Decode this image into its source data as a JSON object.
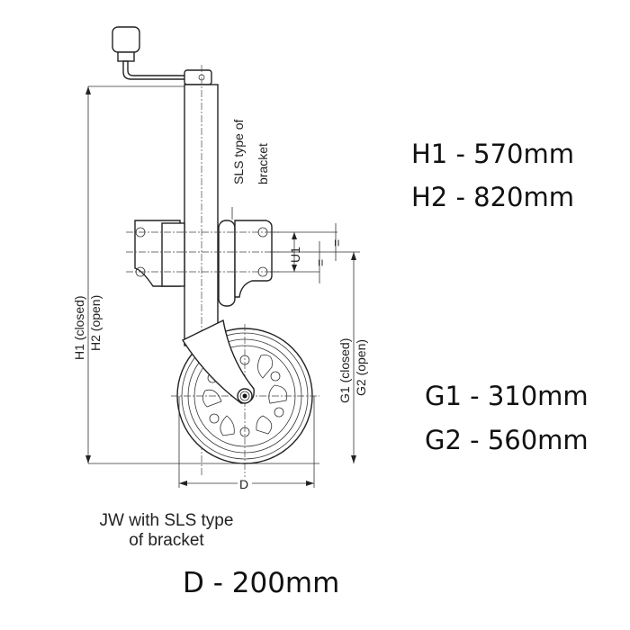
{
  "drawing": {
    "bracket_label_line1": "SLS type of",
    "bracket_label_line2": "bracket",
    "h_label_1": "H1 (closed)",
    "h_label_2": "H2 (open)",
    "g_label_1": "G1 (closed)",
    "g_label_2": "G2 (open)",
    "u_label": "U1",
    "equal_mark": "=",
    "d_label": "D",
    "caption_line1": "JW with SLS type",
    "caption_line2": "of bracket"
  },
  "specs": {
    "h1": "H1 - 570mm",
    "h2": "H2 - 820mm",
    "g1": "G1 - 310mm",
    "g2": "G2 - 560mm",
    "d": "D - 200mm"
  }
}
